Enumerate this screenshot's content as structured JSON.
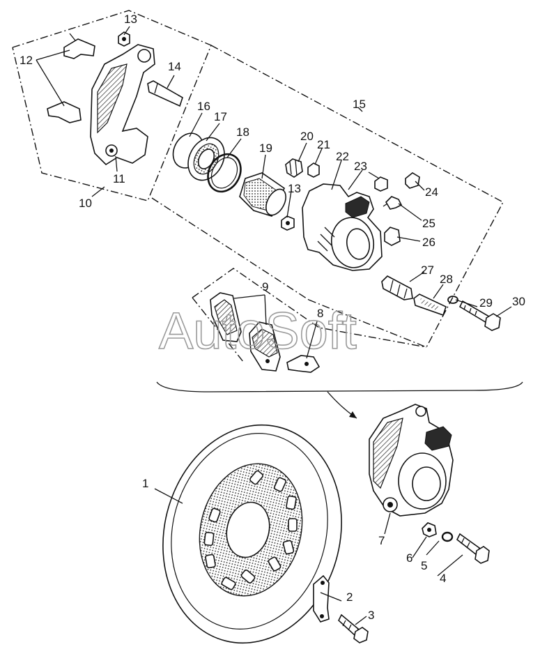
{
  "watermark": "AutoSoft",
  "callouts": {
    "c1": "1",
    "c2": "2",
    "c3": "3",
    "c4": "4",
    "c5": "5",
    "c6": "6",
    "c7": "7",
    "c8": "8",
    "c9": "9",
    "c10": "10",
    "c11": "11",
    "c12": "12",
    "c13a": "13",
    "c13b": "13",
    "c14": "14",
    "c15": "15",
    "c16": "16",
    "c17": "17",
    "c18": "18",
    "c19": "19",
    "c20": "20",
    "c21": "21",
    "c22": "22",
    "c23": "23",
    "c24": "24",
    "c25": "25",
    "c26": "26",
    "c27": "27",
    "c28": "28",
    "c29": "29",
    "c30": "30"
  }
}
